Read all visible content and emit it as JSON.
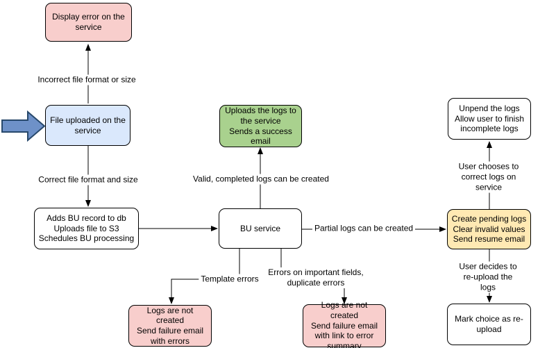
{
  "diagram": {
    "nodes": {
      "display_error": {
        "label": "Display error on the\nservice",
        "color": "#f8cecc"
      },
      "file_uploaded": {
        "label": "File uploaded on the\nservice",
        "color": "#dae8fc"
      },
      "adds_bu_record": {
        "label": "Adds BU record to db\nUploads file to S3\nSchedules BU processing",
        "color": "#ffffff"
      },
      "uploads_logs": {
        "label": "Uploads the logs to\nthe service\nSends a success\nemail",
        "color": "#a9d18e"
      },
      "bu_service": {
        "label": "BU service",
        "color": "#ffffff"
      },
      "create_pending": {
        "label": "Create pending logs\nClear invalid values\nSend resume email",
        "color": "#ffe9b3"
      },
      "unpend_logs": {
        "label": "Unpend the logs\nAllow user to finish\nincomplete logs",
        "color": "#ffffff"
      },
      "mark_choice": {
        "label": "Mark choice as re-\nupload",
        "color": "#ffffff"
      },
      "logs_not_created_errors": {
        "label": "Logs are not created\nSend failure email\nwith errors",
        "color": "#f8cecc"
      },
      "logs_not_created_summary": {
        "label": "Logs are not created\nSend failure email\nwith link to error\nsummary",
        "color": "#f8cecc"
      }
    },
    "edges": {
      "incorrect_file": "Incorrect file format or size",
      "correct_file": "Correct file format and size",
      "valid_logs": "Valid, completed logs can be created",
      "partial_logs": "Partial logs can be created",
      "template_errors": "Template errors",
      "important_errors": "Errors on important fields,\nduplicate errors",
      "choose_correct": "User chooses to correct logs on service",
      "reupload": "User decides to re-upload the logs"
    }
  },
  "colors": {
    "red": "#f8cecc",
    "blue": "#dae8fc",
    "green": "#a9d18e",
    "yellow": "#ffe9b3",
    "arrow-fill": "#6e91c8",
    "arrow-stroke": "#27486b"
  }
}
